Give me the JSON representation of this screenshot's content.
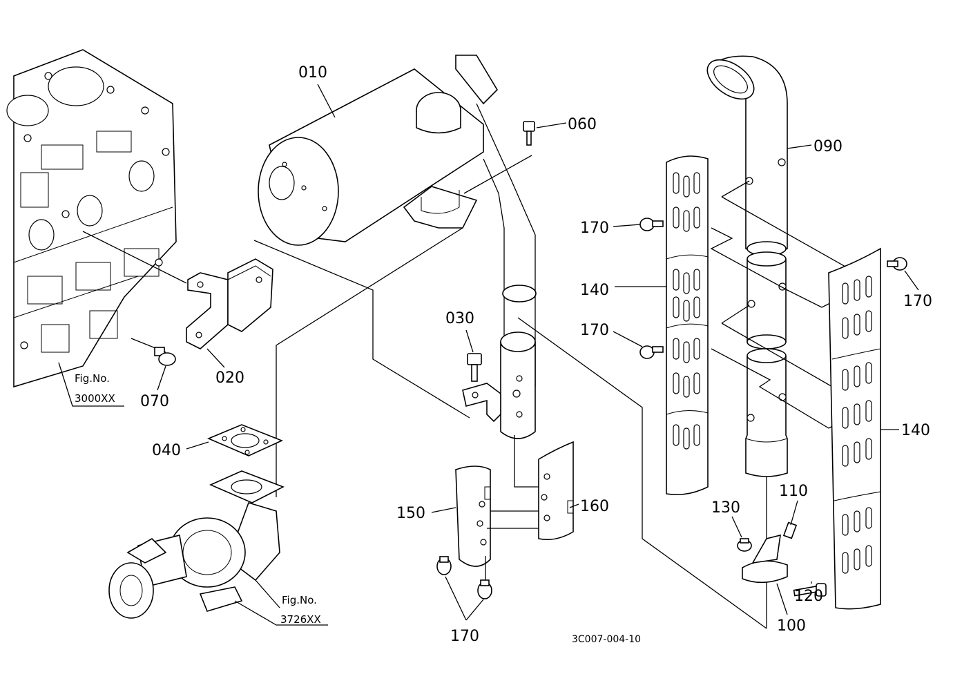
{
  "parts": {
    "p010": "010",
    "p020": "020",
    "p030": "030",
    "p040": "040",
    "p060": "060",
    "p070": "070",
    "p090": "090",
    "p100": "100",
    "p110": "110",
    "p120": "120",
    "p130": "130",
    "p140a": "140",
    "p140b": "140",
    "p150": "150",
    "p160": "160",
    "p170a": "170",
    "p170b": "170",
    "p170c": "170",
    "p170d": "170"
  },
  "references": {
    "engine_fig_label": "Fig.No.",
    "engine_fig_number": "3000XX",
    "turbo_fig_label": "Fig.No.",
    "turbo_fig_number": "3726XX"
  },
  "drawing_code": "3C007-004-10"
}
